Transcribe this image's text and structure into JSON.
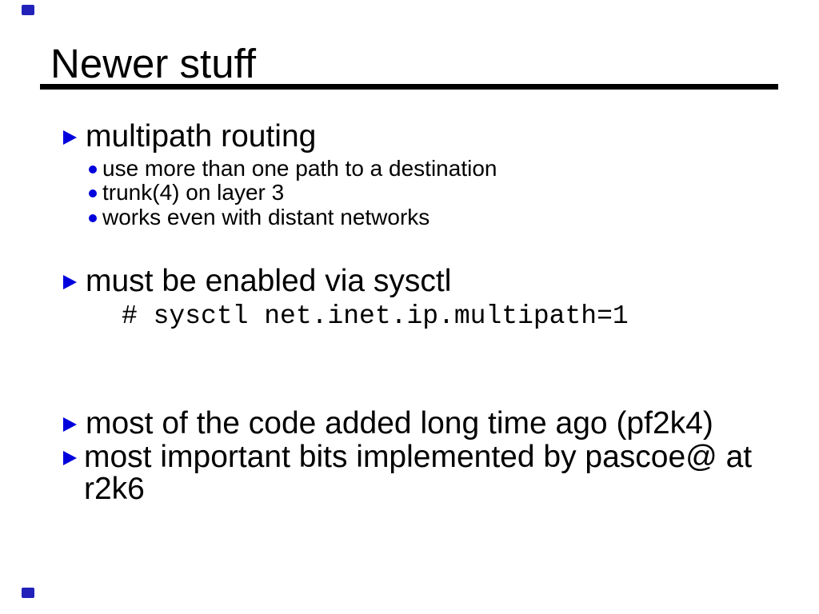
{
  "slide": {
    "title": "Newer stuff",
    "bullet1": {
      "text": "multipath routing",
      "subitems": [
        "use more than one path to a destination",
        "trunk(4) on layer 3",
        "works even with distant networks"
      ]
    },
    "bullet2": {
      "text": "must be enabled via sysctl",
      "code": "# sysctl net.inet.ip.multipath=1"
    },
    "bullet3": {
      "text": "most of the code added long time ago (pf2k4)"
    },
    "bullet4": {
      "text": "most important bits implemented by pascoe@ at",
      "continuation": "r2k6"
    },
    "markers": {
      "top_left": "page-marker",
      "bottom_left": "page-marker"
    },
    "colors": {
      "bullet_blue": "#0000dd",
      "marker_blue": "#2222bb",
      "text": "#000000",
      "rule": "#000000",
      "background": "#ffffff"
    }
  }
}
